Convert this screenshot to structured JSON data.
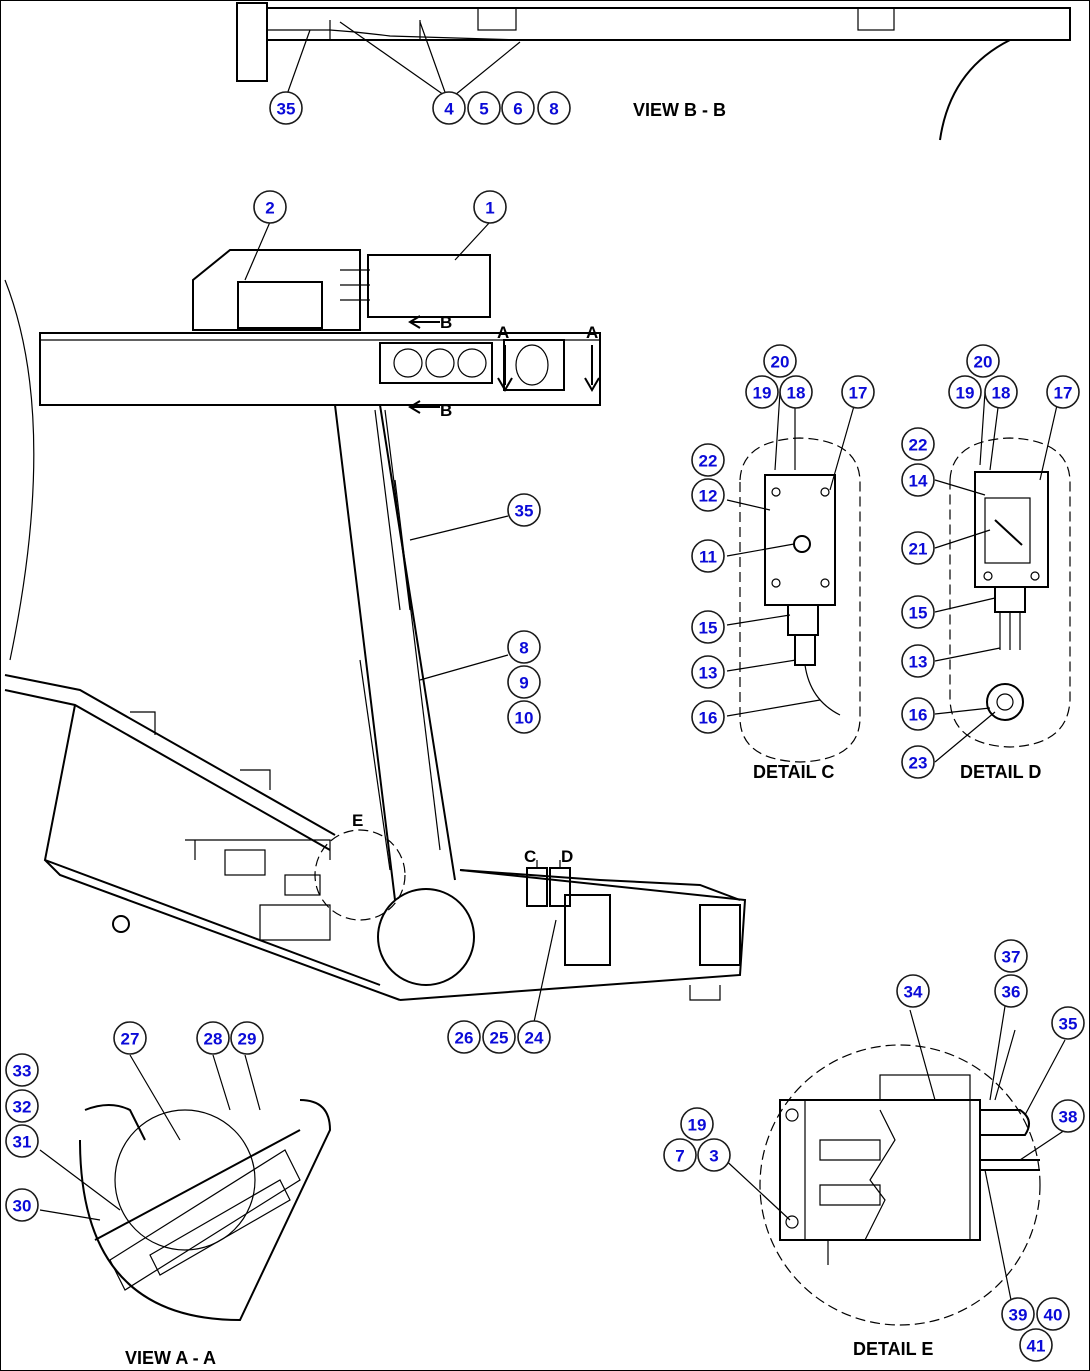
{
  "titles": {
    "view_bb": "VIEW B - B",
    "view_aa": "VIEW A - A",
    "detail_c": "DETAIL C",
    "detail_d": "DETAIL D",
    "detail_e": "DETAIL E"
  },
  "section_letters": {
    "b_top": "B",
    "b_bottom": "B",
    "a_left": "A",
    "a_right": "A",
    "e": "E",
    "c": "C",
    "d": "D"
  },
  "callouts": {
    "c35_top": "35",
    "c4": "4",
    "c5": "5",
    "c6": "6",
    "c8_top": "8",
    "c2": "2",
    "c1": "1",
    "c35_mid": "35",
    "c8_mid": "8",
    "c9": "9",
    "c10": "10",
    "c26": "26",
    "c25": "25",
    "c24": "24",
    "c_d_20": "20",
    "c_d_19": "19",
    "c_d_18": "18",
    "c_d_17": "17",
    "c_d_22": "22",
    "c_d_12": "12",
    "c_d_11": "11",
    "c_d_15": "15",
    "c_d_13": "13",
    "c_d_16": "16",
    "c_e_20": "20",
    "c_e_19": "19",
    "c_e_18": "18",
    "c_e_17": "17",
    "c_e_22": "22",
    "c_e_14": "14",
    "c_e_21": "21",
    "c_e_15": "15",
    "c_e_13": "13",
    "c_e_16": "16",
    "c_e_23": "23",
    "c27": "27",
    "c28": "28",
    "c29": "29",
    "c33": "33",
    "c32": "32",
    "c31": "31",
    "c30": "30",
    "c37": "37",
    "c36": "36",
    "c34": "34",
    "c35_e": "35",
    "c38": "38",
    "c19_e": "19",
    "c7": "7",
    "c3": "3",
    "c39": "39",
    "c40": "40",
    "c41": "41"
  }
}
